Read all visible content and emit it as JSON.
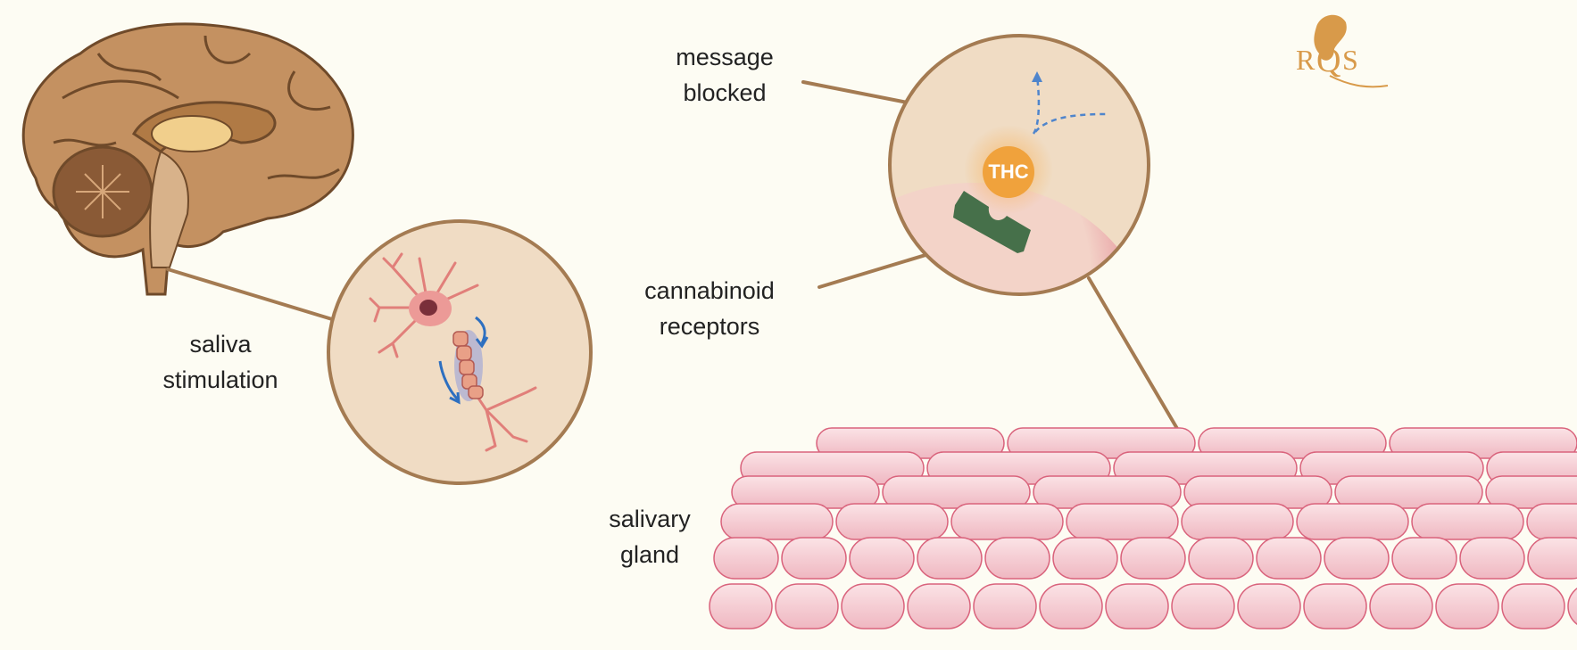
{
  "labels": {
    "message_blocked": [
      "message",
      "blocked"
    ],
    "cannabinoid_receptors": [
      "cannabinoid",
      "receptors"
    ],
    "saliva_stimulation": [
      "saliva",
      "stimulation"
    ],
    "salivary_gland": [
      "salivary",
      "gland"
    ]
  },
  "thc_label": "THC",
  "logo_text": "RQS",
  "colors": {
    "background": "#fdfcf3",
    "circle_fill": "#f0dcc4",
    "circle_stroke": "#a47b52",
    "thc": "#f0a23c",
    "receptor": "#46704a",
    "cell": "#f6cdd3",
    "cell_edge": "#d9637c",
    "arrow": "#3f7ec8",
    "brain": "#b98a5a"
  }
}
